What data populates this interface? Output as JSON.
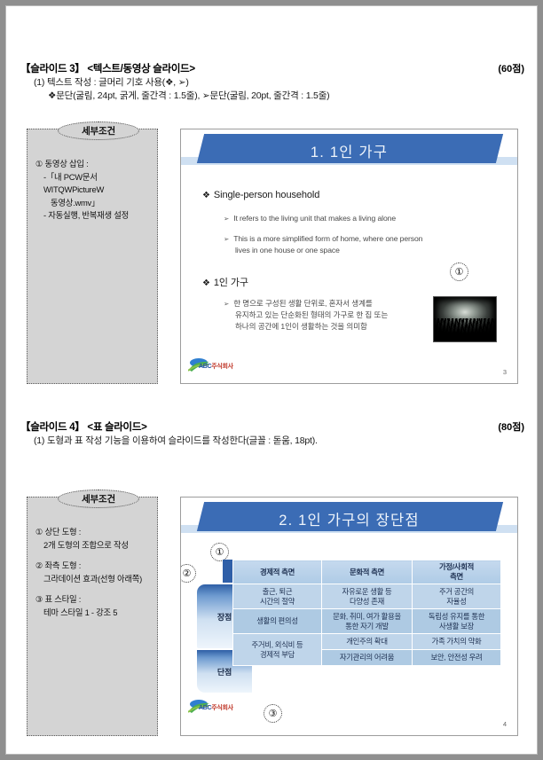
{
  "slide3": {
    "heading": "【슬라이드 3】 <텍스트/동영상 슬라이드>",
    "score": "(60점)",
    "req_line1": "(1) 텍스트 작성 : 글머리 기호 사용(❖, ➢)",
    "req_line2": "❖문단(굴림, 24pt, 굵게, 줄간격 : 1.5줄), ➢문단(굴림, 20pt, 줄간격 : 1.5줄)",
    "cond_label": "세부조건",
    "cond_items": [
      {
        "num": "① 동영상 삽입 :",
        "sub1": "-「내 PCW문서WITQWPictureW",
        "sub2": "동영상.wmv」",
        "sub3": "- 자동실행, 반복재생 설정"
      }
    ],
    "slide_title": "1. 1인 가구",
    "bullets": [
      {
        "mark": "❖",
        "text": "Single-person household"
      },
      {
        "mark": "➢",
        "text": "It refers to the living unit that makes a living alone"
      },
      {
        "mark": "➢",
        "text": "This is a more simplified form of home, where one person",
        "cont": "lives in one house or one space"
      },
      {
        "mark": "❖",
        "text": "1인 가구"
      },
      {
        "mark": "➢",
        "text": "한 명으로 구성된 생활 단위로, 혼자서 생계를",
        "cont": "유지하고 있는 단순화된 형태의 가구로 한 집 또는",
        "cont2": "하나의 공간에 1인이 생활하는 것을 의미함"
      }
    ],
    "marker1": "①",
    "logo_abc": "ABC",
    "logo_kr": "주식회사",
    "page_number": "3"
  },
  "slide4": {
    "heading": "【슬라이드 4】 <표 슬라이드>",
    "score": "(80점)",
    "req_line1": "(1) 도형과 표 작성 기능을 이용하여 슬라이드를 작성한다(글꼴 : 돋움, 18pt).",
    "cond_label": "세부조건",
    "cond_items": [
      {
        "num": "① 상단 도형 :",
        "sub1": "2개 도형의 조합으로 작성"
      },
      {
        "num": "② 좌측 도형 :",
        "sub1": "그라데이션 효과(선형 아래쪽)"
      },
      {
        "num": "③ 표 스타일 :",
        "sub1": "테마 스타일 1 - 강조 5"
      }
    ],
    "slide_title": "2. 1인 가구의 장단점",
    "markers": {
      "m1": "①",
      "m2": "②",
      "m3": "③"
    },
    "table": {
      "headers": [
        "경제적 측면",
        "문화적 측면",
        "가정/사회적\n측면"
      ],
      "row_labels": [
        "장점",
        "단점"
      ],
      "advantages": [
        [
          "출근, 퇴근\n시간의 절약",
          "자유로운 생활 등\n다양성 존재",
          "주거 공간의\n자율성"
        ],
        [
          "생활의 편의성",
          "문화, 취미, 여가 활용을\n통한 자기 개발",
          "독립성 유지를 통한\n사생활 보장"
        ]
      ],
      "disadvantages": [
        [
          "주거비, 외식비 등\n경제적 부담",
          "개인주의 확대",
          "가족 가치의 약화"
        ],
        [
          "",
          "자기관리의 어려움",
          "보안, 안전성 우려"
        ]
      ]
    },
    "logo_abc": "ABC",
    "logo_kr": "주식회사",
    "page_number": "4"
  }
}
